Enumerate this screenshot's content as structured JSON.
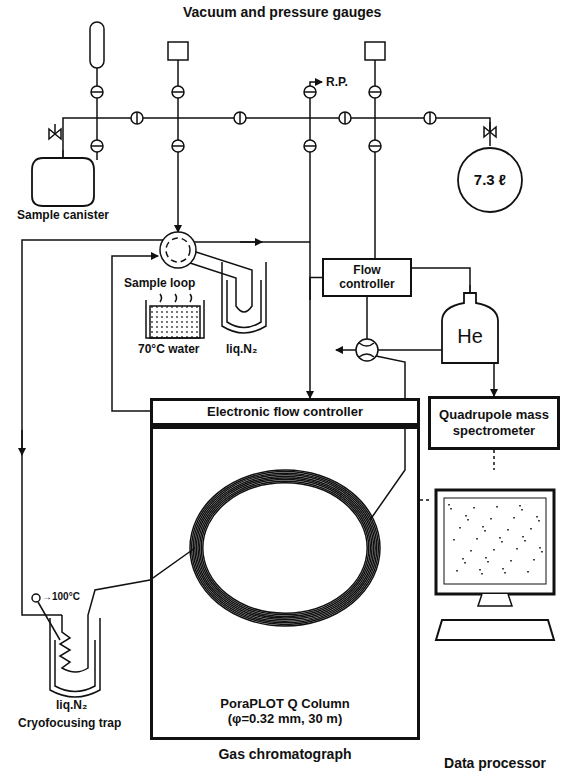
{
  "diagram": {
    "nodes": [
      {
        "text": [
          "Sample canister"
        ]
      },
      {
        "text": [
          "7.3 ℓ"
        ]
      },
      {
        "text": [
          "Flow controller"
        ]
      },
      {
        "text": [
          "He"
        ]
      },
      {
        "text": [
          "Electronic flow controller"
        ]
      },
      {
        "text": [
          "Quadrupole mass spectrometer"
        ]
      },
      {
        "text": [
          "Gas chromatograph",
          "PoraPLOT Q Column (φ=0.32 mm, 30 m)"
        ]
      },
      {
        "text": [
          "Data processor"
        ]
      }
    ],
    "edges": [
      {
        "from": 0,
        "to": 1,
        "arrow": "none"
      },
      {
        "from": 3,
        "to": 2,
        "arrow": "none"
      },
      {
        "from": 2,
        "to": 5,
        "arrow": "to"
      },
      {
        "from": 2,
        "to": 4,
        "arrow": "to"
      },
      {
        "from": 6,
        "to": 7,
        "arrow": "none"
      },
      {
        "from": 5,
        "to": 7,
        "arrow": "none"
      }
    ],
    "labels": [
      "Vacuum and pressure gauges",
      "R.P.",
      "Sample loop",
      "70°C water",
      "liq.N₂",
      "→100°C",
      "liq.N₂",
      "Cryofocusing trap"
    ]
  }
}
